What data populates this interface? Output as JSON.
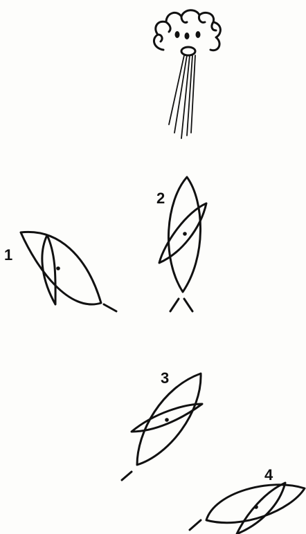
{
  "figure": {
    "steps": [
      {
        "number": "1"
      },
      {
        "number": "2"
      },
      {
        "number": "3"
      },
      {
        "number": "4"
      }
    ],
    "colors": {
      "ink": "#111111",
      "background": "#fdfdfb"
    }
  }
}
